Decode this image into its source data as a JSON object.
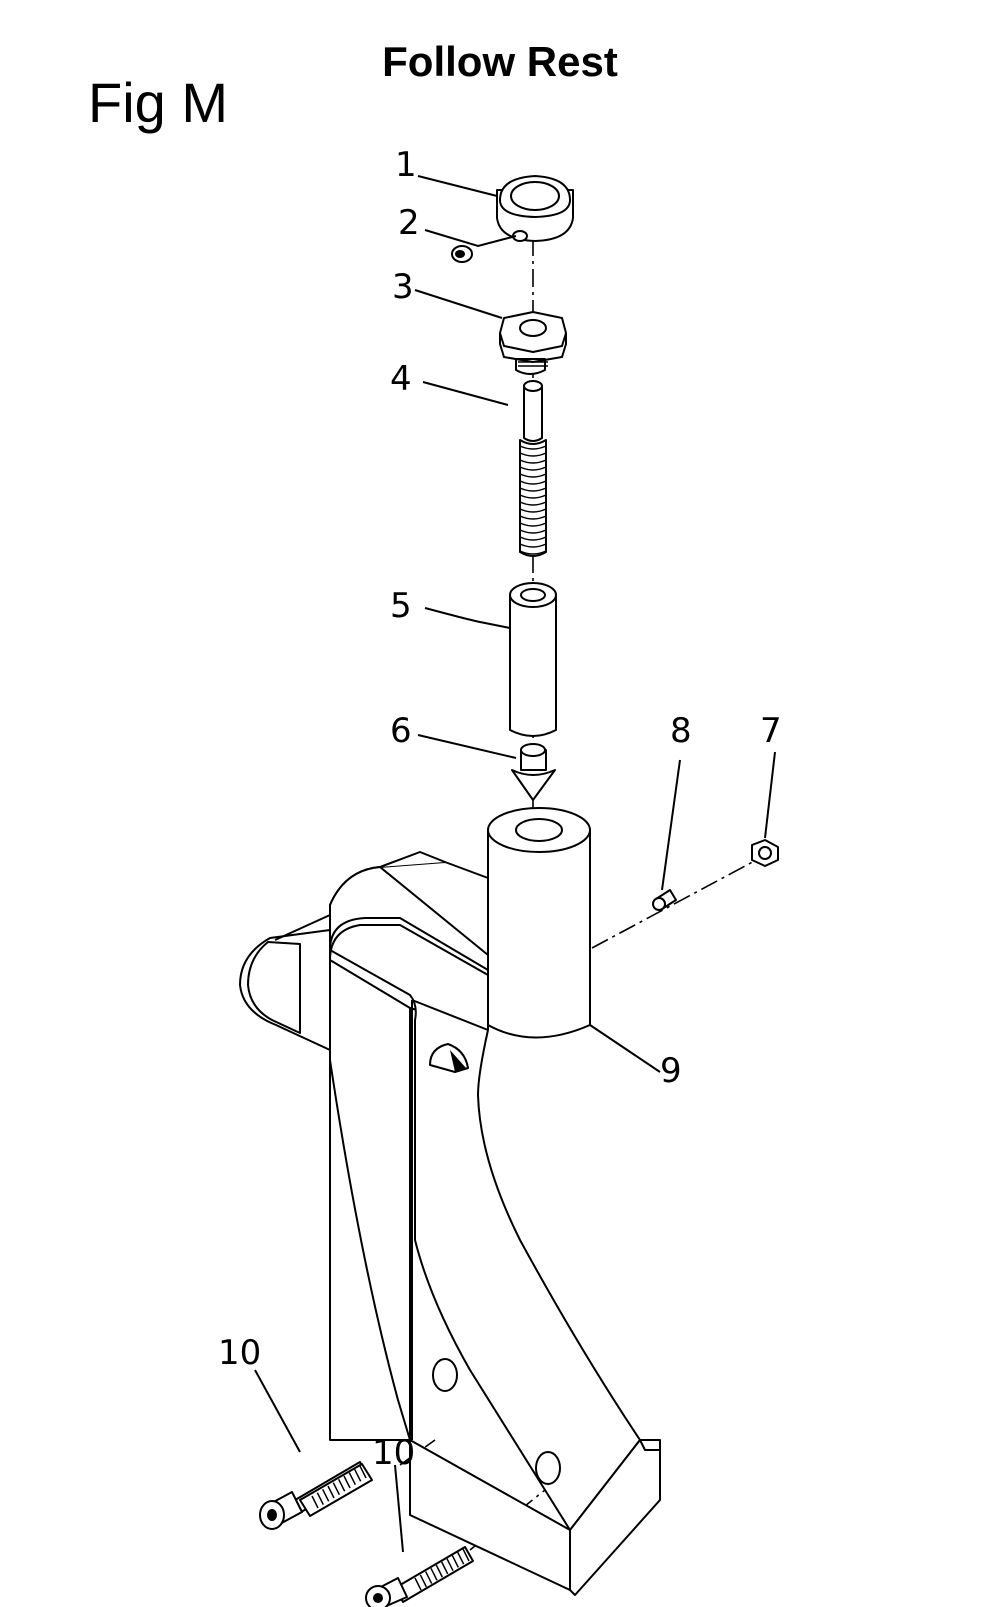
{
  "header": {
    "figure_label": "Fig M",
    "title": "Follow Rest"
  },
  "callouts": [
    {
      "id": "callout-1",
      "label": "1"
    },
    {
      "id": "callout-2",
      "label": "2"
    },
    {
      "id": "callout-3",
      "label": "3"
    },
    {
      "id": "callout-4",
      "label": "4"
    },
    {
      "id": "callout-5",
      "label": "5"
    },
    {
      "id": "callout-6",
      "label": "6"
    },
    {
      "id": "callout-8",
      "label": "8"
    },
    {
      "id": "callout-7",
      "label": "7"
    },
    {
      "id": "callout-9",
      "label": "9"
    },
    {
      "id": "callout-10a",
      "label": "10"
    },
    {
      "id": "callout-10b",
      "label": "10"
    }
  ]
}
